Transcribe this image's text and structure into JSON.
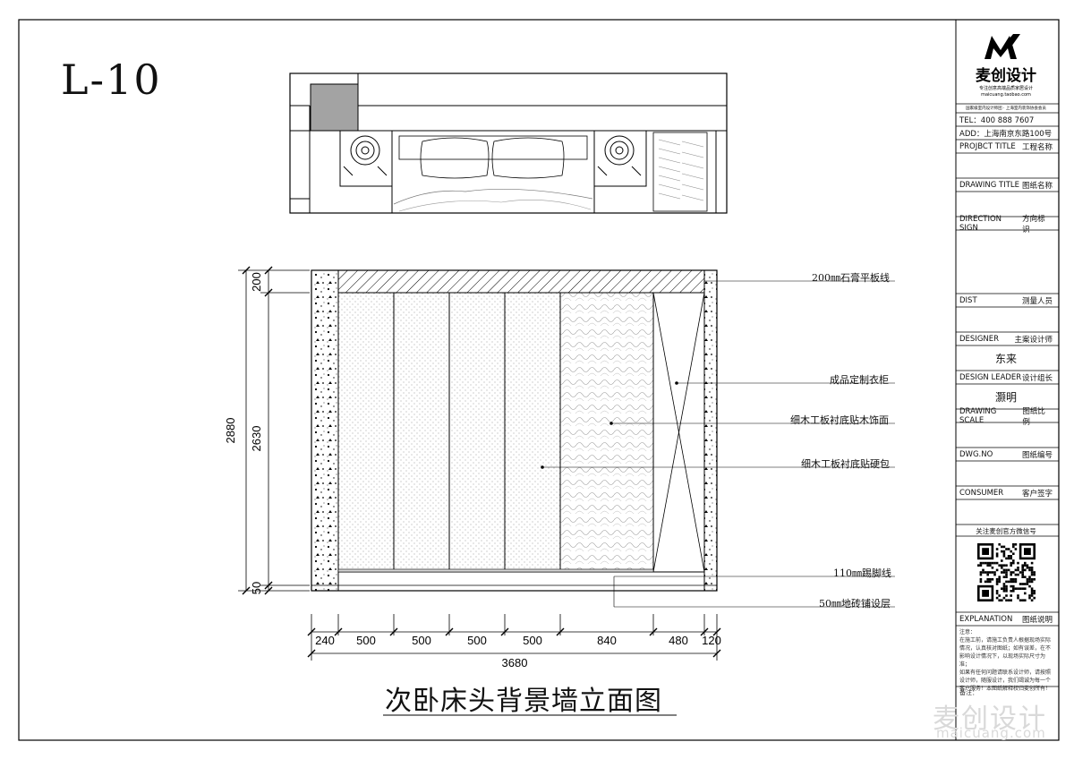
{
  "sheet_number": "L-10",
  "drawing_title": "次卧床头背景墙立面图",
  "callouts": {
    "cornice": "200㎜石膏平板线",
    "wardrobe": "成品定制衣柜",
    "wood_veneer": "细木工板衬底贴木饰面",
    "soft_panel": "细木工板衬底贴硬包",
    "skirting": "110㎜踢脚线",
    "floor_tile": "50㎜地砖铺设层"
  },
  "dimensions": {
    "total_height": "2880",
    "top": "200",
    "middle": "2630",
    "bottom": "50",
    "total_width": "3680",
    "widths": [
      "240",
      "500",
      "500",
      "500",
      "500",
      "840",
      "480",
      "120"
    ]
  },
  "title_block": {
    "logo_text": "麦创设计",
    "logo_subtitle": "专注创意高端品质家居设计",
    "logo_url": "maicuang.taobao.com",
    "logo_tagline": "国家级室内设计师团 · 上海室内装饰协会会员",
    "tel": "TEL：400 888 7607",
    "add": "ADD：上海南京东路100号",
    "rows": [
      {
        "en": "PROJBCT TITLE",
        "cn": "工程名称"
      },
      {
        "en": "DRAWING TITLE",
        "cn": "图纸名称"
      },
      {
        "en": "DIRECTION SIGN",
        "cn": "方向标识"
      },
      {
        "en": "DIST",
        "cn": "测量人员"
      },
      {
        "en": "DESIGNER",
        "cn": "主案设计师"
      },
      {
        "en": "DESIGN LEADER",
        "cn": "设计组长"
      },
      {
        "en": "DRAWING SCALE",
        "cn": "图纸比例"
      },
      {
        "en": "DWG.NO",
        "cn": "图纸编号"
      },
      {
        "en": "CONSUMER",
        "cn": "客户签字"
      }
    ],
    "designer_name": "东来",
    "leader_name": "灏明",
    "qr_caption": "关注麦创官方微信号",
    "explanation": {
      "en": "EXPLANATION",
      "cn": "图纸说明"
    },
    "notes_heading": "注意：",
    "notes_lines": [
      "在施工前，请施工负责人根据现场实际",
      "情况，认真核对图纸；如有误差，在不",
      "影响设计情况下，以现场实际尺寸为准；",
      "如果有任何问题请联系设计师，请按照",
      "设计师，随服设计，我们竭诚为每一个",
      "客户服务！本图纸解释权归麦创所有！"
    ],
    "remarks": "备注："
  },
  "watermark": {
    "main": "麦创设计",
    "sub": "maicuang.com"
  }
}
